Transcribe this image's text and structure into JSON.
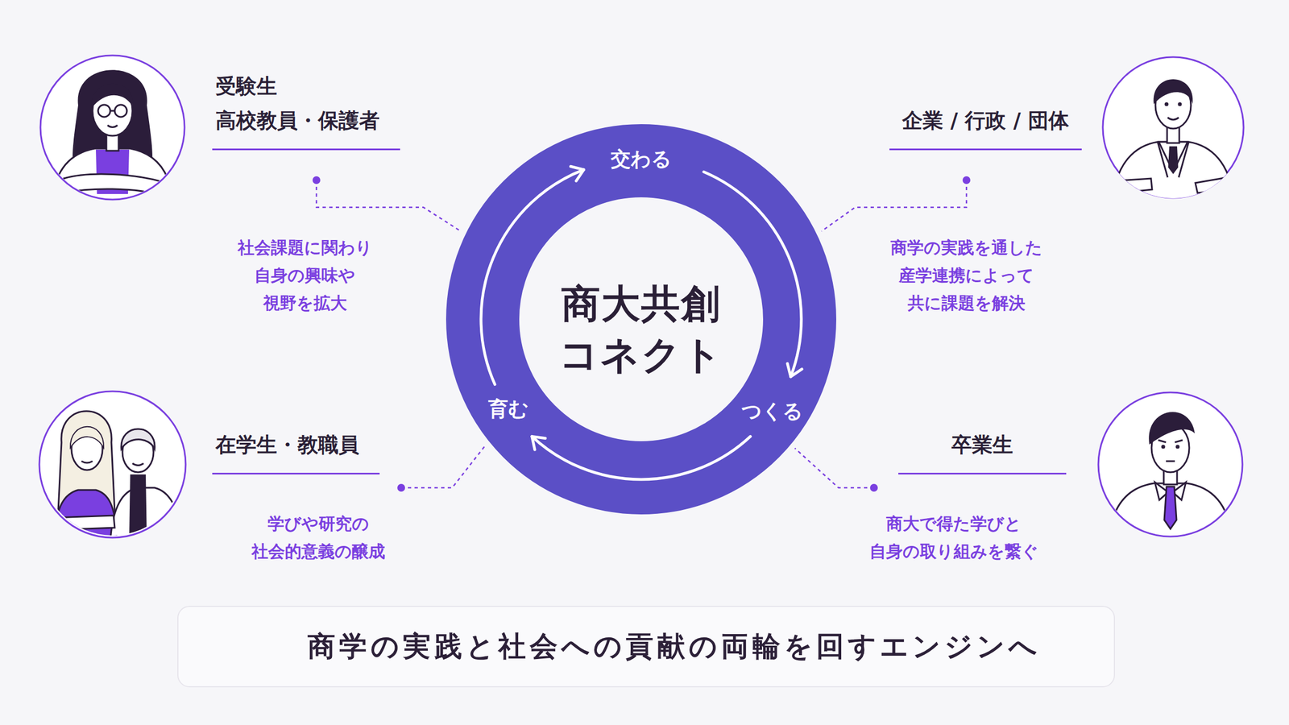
{
  "diagram": {
    "nodes": [
      {
        "text": [
          "受験生 高校教員・保護者",
          "社会課題に関わり 自身の興味や 視野を拡大"
        ]
      },
      {
        "text": [
          "企業 / 行政 / 団体",
          "商学の実践を通した 産学連携によって 共に課題を解決"
        ]
      },
      {
        "text": [
          "商大共創 コネクト",
          "交わる",
          "つくる",
          "育む"
        ]
      },
      {
        "text": [
          "在学生・教職員",
          "学びや研究の 社会的意義の醸成"
        ]
      },
      {
        "text": [
          "卒業生",
          "商大で得た学びと 自身の取り組みを繋ぐ"
        ]
      },
      {
        "text": [
          "商学の実践と社会への貢献の両輪を回すエンジンへ"
        ]
      }
    ],
    "edges": [
      {
        "from": 0,
        "to": 2,
        "arrow": "none"
      },
      {
        "from": 1,
        "to": 2,
        "arrow": "none"
      },
      {
        "from": 3,
        "to": 2,
        "arrow": "none"
      },
      {
        "from": 4,
        "to": 2,
        "arrow": "none"
      }
    ]
  }
}
